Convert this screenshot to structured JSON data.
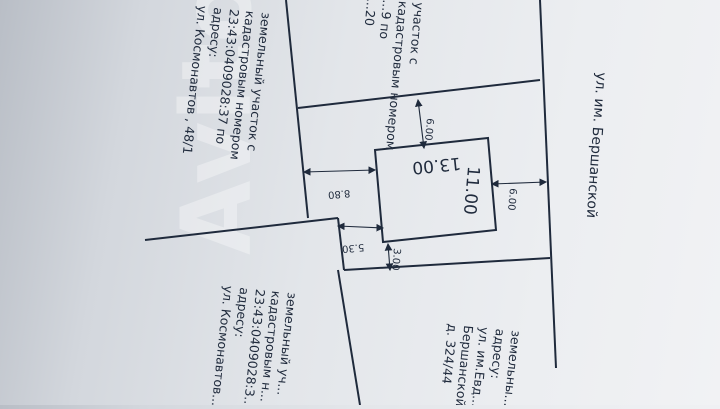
{
  "plot_top_left": {
    "lines": [
      "участок с",
      "кадастровым номером",
      "...9 по",
      "...20"
    ]
  },
  "plot_center_left": {
    "lines": [
      "земельный участок с",
      "кадастровым номером",
      "23:43:0409028:37 по",
      "адресу:",
      "ул. Космонавтов , 48/1"
    ]
  },
  "plot_bottom_left": {
    "lines": [
      "земельный уч...",
      "кадастровым н...",
      "23:43:0409028:3...",
      "адресу:",
      "ул. Космонавтов..."
    ]
  },
  "plot_bottom_right": {
    "lines": [
      "земельны...",
      "адресу:",
      "ул. им.Евд...",
      "Бершанской...",
      "д. 324/44"
    ]
  },
  "street": {
    "label": "ул. им. Бершанской"
  },
  "building": {
    "length": "13.00",
    "width": "11.00"
  },
  "dimensions": {
    "front_setback": "6.00",
    "top_setback": "6.00",
    "left_setback": "8.80",
    "left_lower": "5.30",
    "bottom_setback": "3.00"
  },
  "watermark": "Avito"
}
